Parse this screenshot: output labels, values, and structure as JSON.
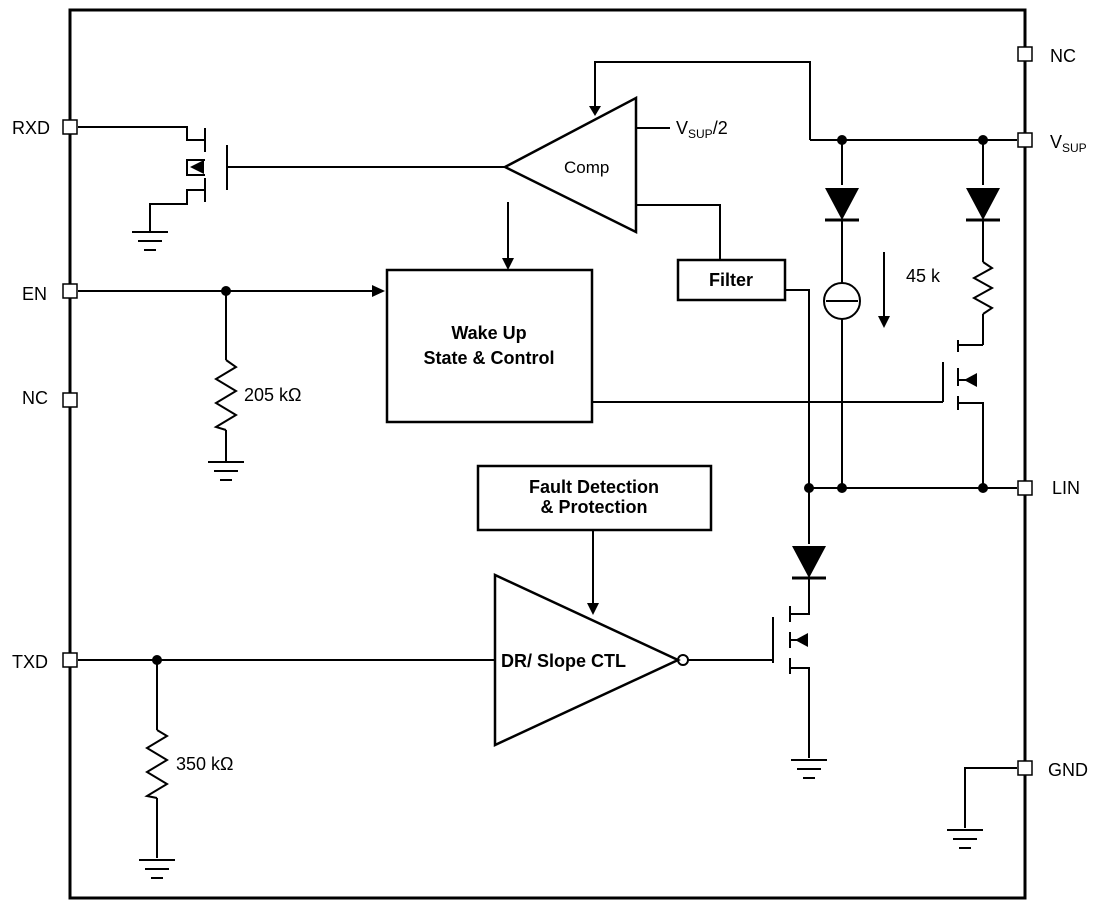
{
  "pins": {
    "rxd": "RXD",
    "en": "EN",
    "nc_left": "NC",
    "txd": "TXD",
    "nc_right": "NC",
    "vsup_main": "V",
    "vsup_sub": "SUP",
    "lin": "LIN",
    "gnd": "GND"
  },
  "blocks": {
    "comp": "Comp",
    "filter": "Filter",
    "wake_line1": "Wake Up",
    "wake_line2": "State & Control",
    "fault_line1": "Fault Detection",
    "fault_line2": "& Protection",
    "driver": "DR/ Slope CTL"
  },
  "labels": {
    "vref_main": "V",
    "vref_sub": "SUP",
    "vref_suffix": "/2",
    "r_en": "205 kΩ",
    "r_txd": "350 kΩ",
    "r_lin": "45 k"
  },
  "colors": {
    "line": "#000000",
    "background": "#ffffff"
  }
}
